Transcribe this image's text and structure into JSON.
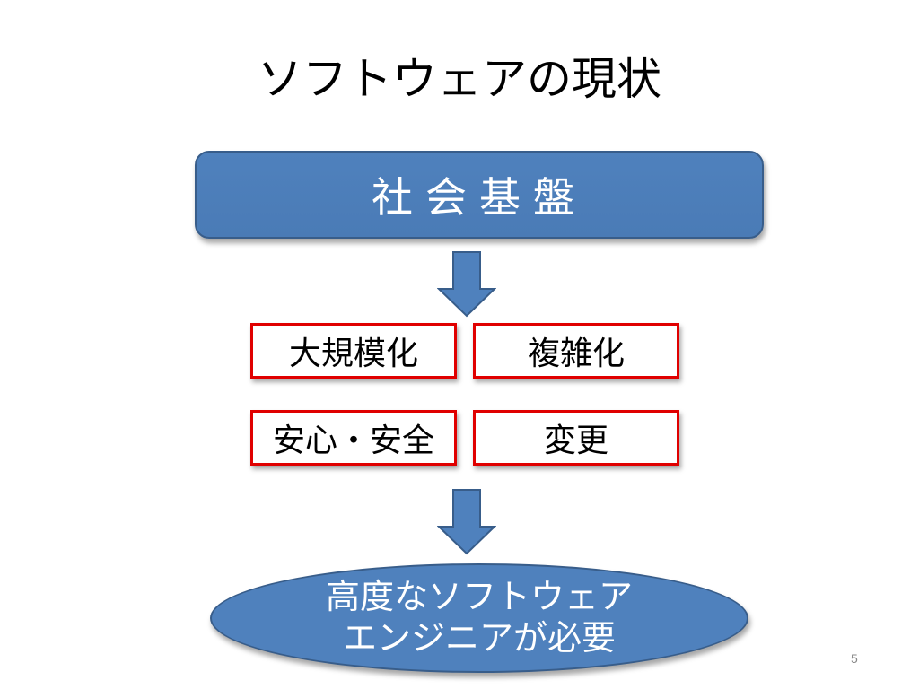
{
  "title": "ソフトウェアの現状",
  "top_box": {
    "label": "社会基盤"
  },
  "boxes": [
    {
      "label": "大規模化"
    },
    {
      "label": "複雑化"
    },
    {
      "label": "安心・安全"
    },
    {
      "label": "変更"
    }
  ],
  "result": {
    "line1": "高度なソフトウェア",
    "line2": "エンジニアが必要"
  },
  "page_number": "5",
  "colors": {
    "shape_fill": "#4f81bd",
    "shape_border": "#385d8a",
    "box_border": "#e00000"
  }
}
